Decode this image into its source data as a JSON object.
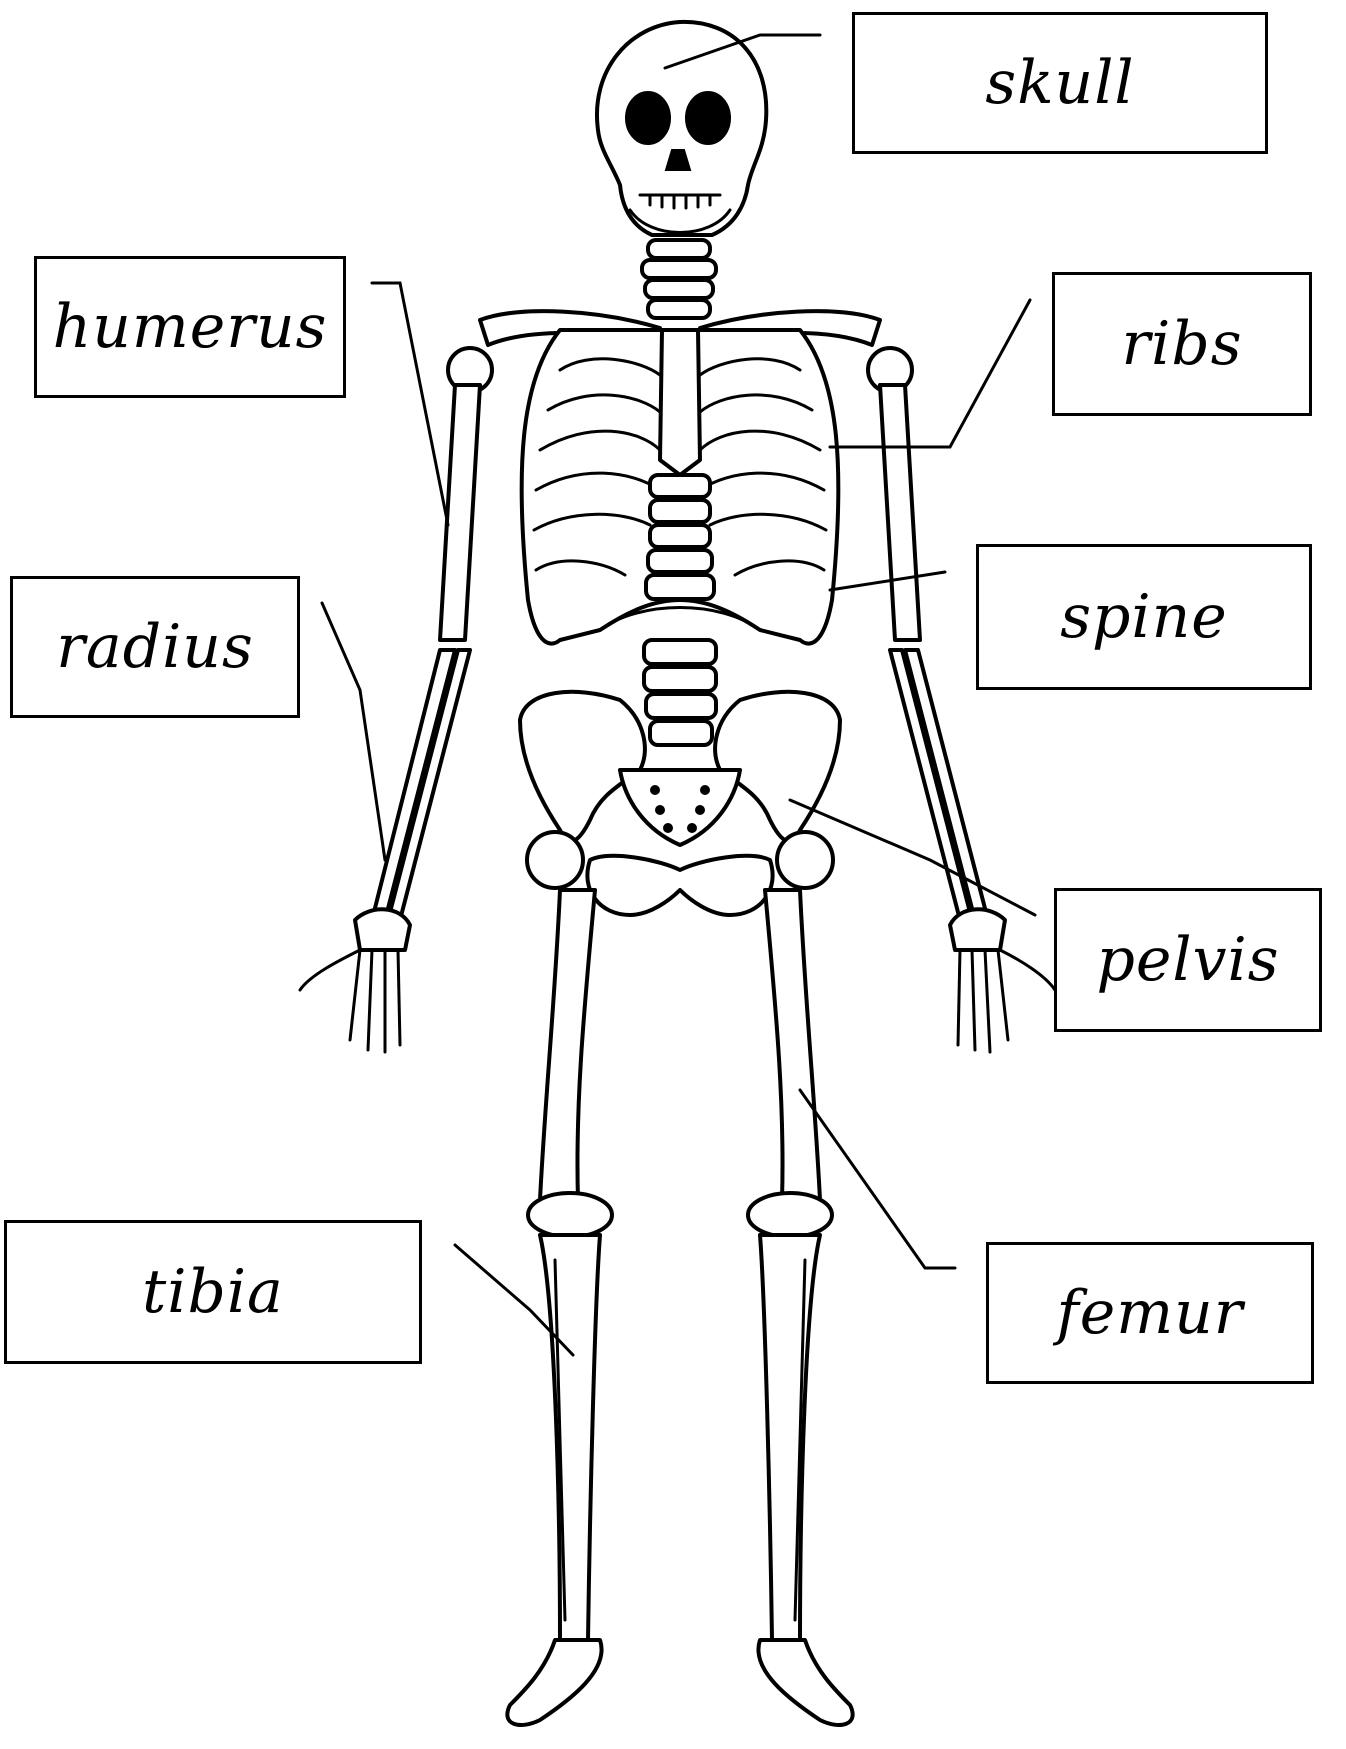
{
  "labels": {
    "skull": "skull",
    "humerus": "humerus",
    "ribs": "ribs",
    "radius": "radius",
    "spine": "spine",
    "pelvis": "pelvis",
    "tibia": "tibia",
    "femur": "femur"
  },
  "colors": {
    "ink": "#000000",
    "paper": "#ffffff"
  }
}
